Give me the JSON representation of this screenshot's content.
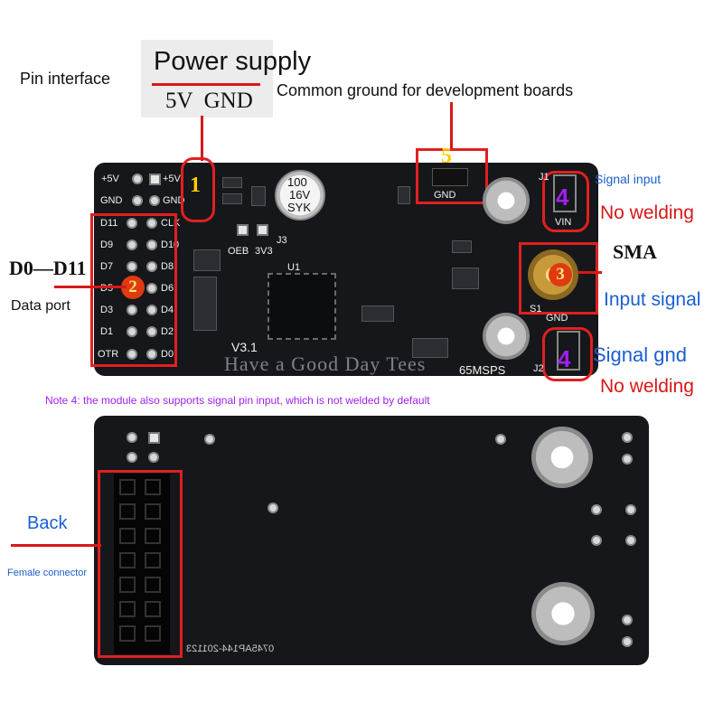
{
  "labels": {
    "pin_interface": "Pin interface",
    "power_supply": "Power supply",
    "power_pins": "5V  GND",
    "common_ground": "Common ground for development boards",
    "signal_input": "Signal input",
    "no_welding_top": "No welding",
    "sma": "SMA",
    "input_signal": "Input signal",
    "signal_gnd": "Signal gnd",
    "no_welding_bottom": "No welding",
    "d0_d11": "D0—D11",
    "data_port": "Data port",
    "note": "Note 4: the module also supports signal pin input, which is not welded by default",
    "back": "Back",
    "female_connector": "Female connector",
    "watermark": "Have a Good Day Tees"
  },
  "markers": {
    "m1": "1",
    "m2": "2",
    "m3": "3",
    "m4a": "4",
    "m4b": "4",
    "m5": "5"
  },
  "silkscreen": {
    "plus5v": "+5V",
    "gnd": "GND",
    "pins_left": [
      "D11",
      "D9",
      "D7",
      "D5",
      "D3",
      "D1",
      "OTR"
    ],
    "pins_right": [
      "CLK",
      "D10",
      "D8",
      "D6",
      "D4",
      "D2",
      "D0"
    ],
    "oeb": "OEB",
    "v3v3": "3V3",
    "j3": "J3",
    "u1": "U1",
    "version": "V3.1",
    "cap_value": "100",
    "cap_voltage": "16V",
    "cap_brand": "SYK",
    "vin": "VIN",
    "gnd_right": "GND",
    "j1": "J1",
    "j2": "J2",
    "s1": "S1",
    "msps": "65MSPS",
    "back_code": "0745AP144-201123"
  },
  "colors": {
    "red_box": "#e02020",
    "blue_text": "#1a5fd0",
    "red_text": "#d81818",
    "purple_note": "#a020f0",
    "board": "#15171a"
  }
}
